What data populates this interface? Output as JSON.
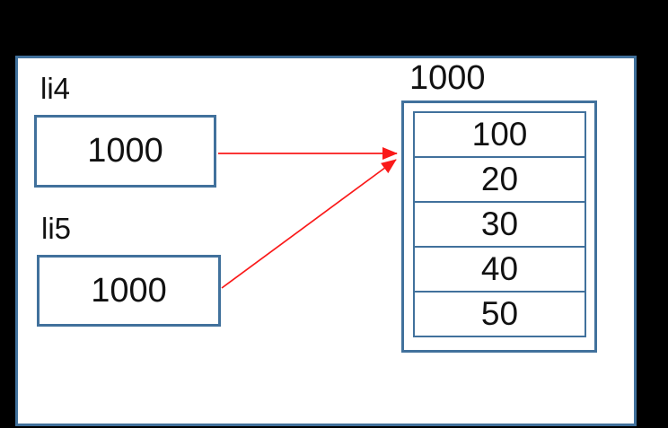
{
  "diagram": {
    "variables": [
      {
        "label": "li4",
        "value": "1000"
      },
      {
        "label": "li5",
        "value": "1000"
      }
    ],
    "list_object": {
      "address": "1000",
      "cells": [
        "100",
        "20",
        "30",
        "40",
        "50"
      ]
    },
    "arrows": [
      {
        "from": "li4",
        "to": "list-object-1000"
      },
      {
        "from": "li5",
        "to": "list-object-1000"
      }
    ]
  },
  "colors": {
    "background": "#000000",
    "canvas_background": "#ffffff",
    "border_blue": "#41719C",
    "arrow_red": "#FA1A1A",
    "text": "#111111"
  }
}
